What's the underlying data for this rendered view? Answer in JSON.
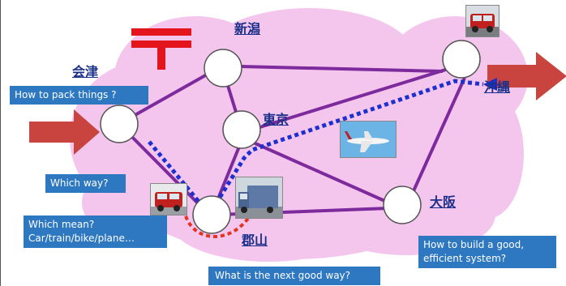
{
  "cities": {
    "niigata": "新潟",
    "aizu": "会津",
    "tokyo": "東京",
    "okinawa": "沖縄",
    "osaka": "大阪",
    "koriyama": "郡山"
  },
  "callouts": {
    "pack": "How to pack things ?",
    "way": "Which way?",
    "mean_line1": "Which mean?",
    "mean_line2": "Car/train/bike/plane…",
    "system_line1": "How to build a good,",
    "system_line2": "efficient system?",
    "next_way": "What is the next good way?"
  },
  "colors": {
    "cloud": "#f4c6ee",
    "edge": "#7d2a9c",
    "arrow": "#c9443e",
    "callout_bg": "#2e78c2",
    "city_text": "#1a2f8a",
    "route_blue": "#1e2fcf",
    "route_red": "#e6331e",
    "post_mark": "#e3141b"
  },
  "icons": {
    "post_mark": "japan-post-mark-icon",
    "vehicles": [
      "red-van-icon",
      "red-van-icon",
      "truck-icon",
      "airplane-icon"
    ]
  }
}
